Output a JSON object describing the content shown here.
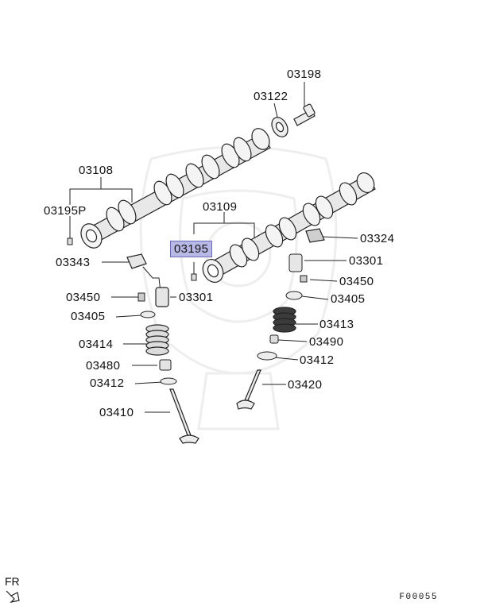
{
  "diagram": {
    "highlight_part": "03195",
    "labels": {
      "p03198": "03198",
      "p03122": "03122",
      "p03108": "03108",
      "p03195P": "03195P",
      "p03109": "03109",
      "p03195": "03195",
      "p03324": "03324",
      "p03343": "03343",
      "p03301_right": "03301",
      "p03450_right": "03450",
      "p03450_left": "03450",
      "p03301_left": "03301",
      "p03405_right": "03405",
      "p03405_left": "03405",
      "p03413": "03413",
      "p03414": "03414",
      "p03490": "03490",
      "p03480": "03480",
      "p03412_right": "03412",
      "p03412_left": "03412",
      "p03420": "03420",
      "p03410": "03410"
    },
    "direction": "FR",
    "figure_code": "F00055"
  }
}
